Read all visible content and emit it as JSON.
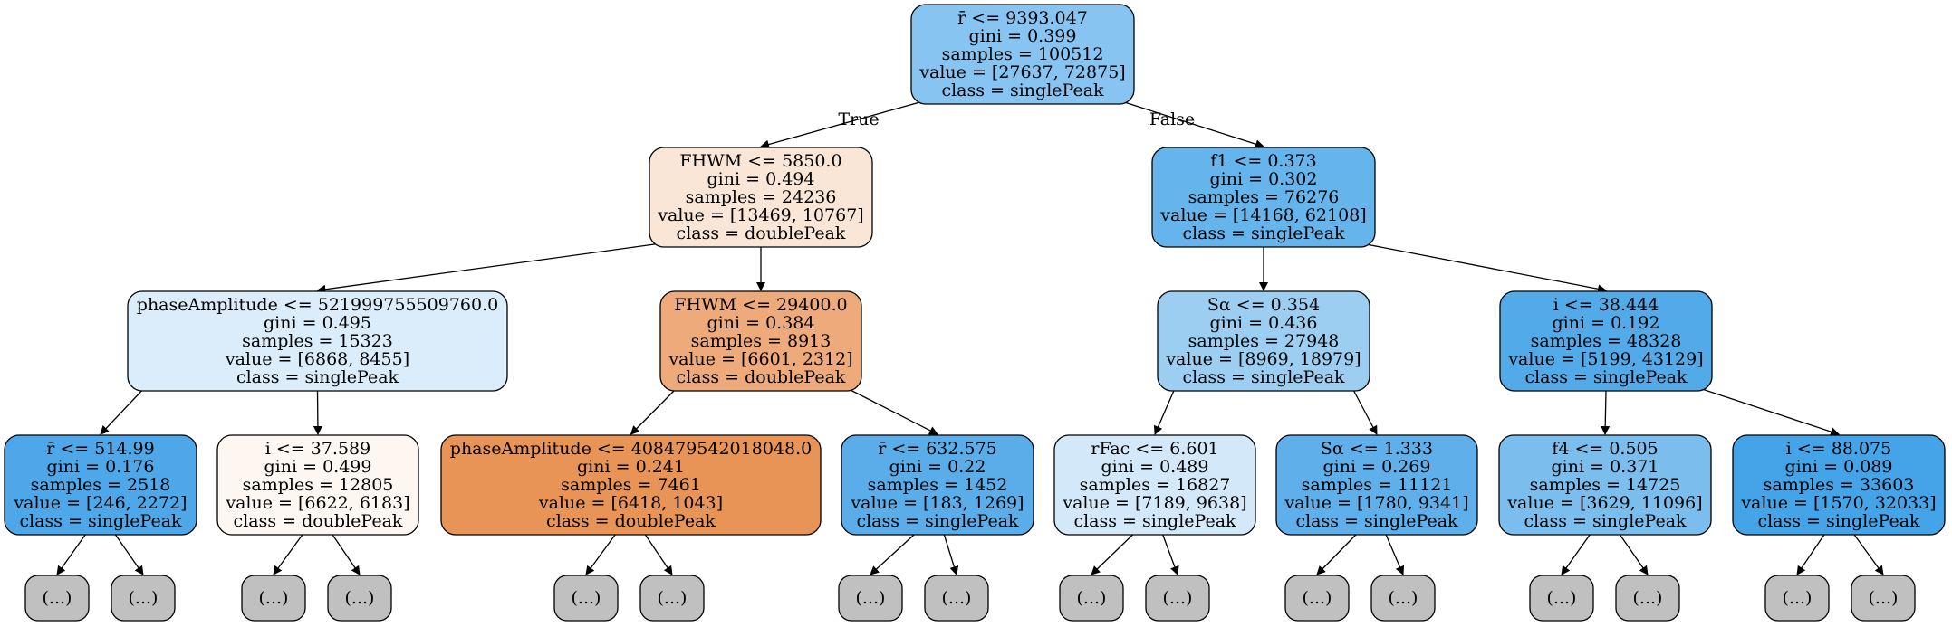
{
  "edge_labels": {
    "true_label": "True",
    "false_label": "False"
  },
  "colors": {
    "singlePeak_strong": "#42a2e5",
    "doublePeak_strong": "#e58139",
    "truncated": "#c0c0c0",
    "stroke": "#000000"
  },
  "nodes": [
    {
      "id": "n0",
      "kind": "split",
      "fill": "#88c4f1",
      "lines": [
        "r̄ <= 9393.047",
        "gini = 0.399",
        "samples = 100512",
        "value = [27637, 72875]",
        "class = singlePeak"
      ]
    },
    {
      "id": "n1",
      "kind": "split",
      "fill": "#fae6d7",
      "lines": [
        "FHWM <= 5850.0",
        "gini = 0.494",
        "samples = 24236",
        "value = [13469, 10767]",
        "class = doublePeak"
      ]
    },
    {
      "id": "n2",
      "kind": "split",
      "fill": "#66b4ec",
      "lines": [
        "f1 <= 0.373",
        "gini = 0.302",
        "samples = 76276",
        "value = [14168, 62108]",
        "class = singlePeak"
      ]
    },
    {
      "id": "n3",
      "kind": "split",
      "fill": "#dbedfa",
      "lines": [
        "phaseAmplitude <= 521999755509760.0",
        "gini = 0.495",
        "samples = 15323",
        "value = [6868, 8455]",
        "class = singlePeak"
      ]
    },
    {
      "id": "n4",
      "kind": "split",
      "fill": "#eeaa7a",
      "lines": [
        "FHWM <= 29400.0",
        "gini = 0.384",
        "samples = 8913",
        "value = [6601, 2312]",
        "class = doublePeak"
      ]
    },
    {
      "id": "n5",
      "kind": "split",
      "fill": "#9ccef2",
      "lines": [
        "Sα <= 0.354",
        "gini = 0.436",
        "samples = 27948",
        "value = [8969, 18979]",
        "class = singlePeak"
      ]
    },
    {
      "id": "n6",
      "kind": "split",
      "fill": "#53aae8",
      "lines": [
        "i <= 38.444",
        "gini = 0.192",
        "samples = 48328",
        "value = [5199, 43129]",
        "class = singlePeak"
      ]
    },
    {
      "id": "n7",
      "kind": "split",
      "fill": "#4ea7e8",
      "lines": [
        "r̄ <= 514.99",
        "gini = 0.176",
        "samples = 2518",
        "value = [246, 2272]",
        "class = singlePeak"
      ]
    },
    {
      "id": "n8",
      "kind": "split",
      "fill": "#fdf6f1",
      "lines": [
        "i <= 37.589",
        "gini = 0.499",
        "samples = 12805",
        "value = [6622, 6183]",
        "class = doublePeak"
      ]
    },
    {
      "id": "n9",
      "kind": "split",
      "fill": "#e99457",
      "lines": [
        "phaseAmplitude <= 408479542018048.0",
        "gini = 0.241",
        "samples = 7461",
        "value = [6418, 1043]",
        "class = doublePeak"
      ]
    },
    {
      "id": "n10",
      "kind": "split",
      "fill": "#5aade9",
      "lines": [
        "r̄ <= 632.575",
        "gini = 0.22",
        "samples = 1452",
        "value = [183, 1269]",
        "class = singlePeak"
      ]
    },
    {
      "id": "n11",
      "kind": "split",
      "fill": "#d3e9f9",
      "lines": [
        "rFac <= 6.601",
        "gini = 0.489",
        "samples = 16827",
        "value = [7189, 9638]",
        "class = singlePeak"
      ]
    },
    {
      "id": "n12",
      "kind": "split",
      "fill": "#5fafea",
      "lines": [
        "Sα <= 1.333",
        "gini = 0.269",
        "samples = 11121",
        "value = [1780, 9341]",
        "class = singlePeak"
      ]
    },
    {
      "id": "n13",
      "kind": "split",
      "fill": "#7bbeee",
      "lines": [
        "f4 <= 0.505",
        "gini = 0.371",
        "samples = 14725",
        "value = [3629, 11096]",
        "class = singlePeak"
      ]
    },
    {
      "id": "n14",
      "kind": "split",
      "fill": "#45a3e7",
      "lines": [
        "i <= 88.075",
        "gini = 0.089",
        "samples = 33603",
        "value = [1570, 32033]",
        "class = singlePeak"
      ]
    },
    {
      "id": "l0",
      "kind": "leaf",
      "fill": "#c0c0c0",
      "lines": [
        "(...)"
      ]
    },
    {
      "id": "l1",
      "kind": "leaf",
      "fill": "#c0c0c0",
      "lines": [
        "(...)"
      ]
    },
    {
      "id": "l2",
      "kind": "leaf",
      "fill": "#c0c0c0",
      "lines": [
        "(...)"
      ]
    },
    {
      "id": "l3",
      "kind": "leaf",
      "fill": "#c0c0c0",
      "lines": [
        "(...)"
      ]
    },
    {
      "id": "l4",
      "kind": "leaf",
      "fill": "#c0c0c0",
      "lines": [
        "(...)"
      ]
    },
    {
      "id": "l5",
      "kind": "leaf",
      "fill": "#c0c0c0",
      "lines": [
        "(...)"
      ]
    },
    {
      "id": "l6",
      "kind": "leaf",
      "fill": "#c0c0c0",
      "lines": [
        "(...)"
      ]
    },
    {
      "id": "l7",
      "kind": "leaf",
      "fill": "#c0c0c0",
      "lines": [
        "(...)"
      ]
    },
    {
      "id": "l8",
      "kind": "leaf",
      "fill": "#c0c0c0",
      "lines": [
        "(...)"
      ]
    },
    {
      "id": "l9",
      "kind": "leaf",
      "fill": "#c0c0c0",
      "lines": [
        "(...)"
      ]
    },
    {
      "id": "l10",
      "kind": "leaf",
      "fill": "#c0c0c0",
      "lines": [
        "(...)"
      ]
    },
    {
      "id": "l11",
      "kind": "leaf",
      "fill": "#c0c0c0",
      "lines": [
        "(...)"
      ]
    },
    {
      "id": "l12",
      "kind": "leaf",
      "fill": "#c0c0c0",
      "lines": [
        "(...)"
      ]
    },
    {
      "id": "l13",
      "kind": "leaf",
      "fill": "#c0c0c0",
      "lines": [
        "(...)"
      ]
    },
    {
      "id": "l14",
      "kind": "leaf",
      "fill": "#c0c0c0",
      "lines": [
        "(...)"
      ]
    },
    {
      "id": "l15",
      "kind": "leaf",
      "fill": "#c0c0c0",
      "lines": [
        "(...)"
      ]
    }
  ],
  "edges": [
    [
      "n0",
      "n1"
    ],
    [
      "n0",
      "n2"
    ],
    [
      "n1",
      "n3"
    ],
    [
      "n1",
      "n4"
    ],
    [
      "n2",
      "n5"
    ],
    [
      "n2",
      "n6"
    ],
    [
      "n3",
      "n7"
    ],
    [
      "n3",
      "n8"
    ],
    [
      "n4",
      "n9"
    ],
    [
      "n4",
      "n10"
    ],
    [
      "n5",
      "n11"
    ],
    [
      "n5",
      "n12"
    ],
    [
      "n6",
      "n13"
    ],
    [
      "n6",
      "n14"
    ],
    [
      "n7",
      "l0"
    ],
    [
      "n7",
      "l1"
    ],
    [
      "n8",
      "l2"
    ],
    [
      "n8",
      "l3"
    ],
    [
      "n9",
      "l4"
    ],
    [
      "n9",
      "l5"
    ],
    [
      "n10",
      "l6"
    ],
    [
      "n10",
      "l7"
    ],
    [
      "n11",
      "l8"
    ],
    [
      "n11",
      "l9"
    ],
    [
      "n12",
      "l10"
    ],
    [
      "n12",
      "l11"
    ],
    [
      "n13",
      "l12"
    ],
    [
      "n13",
      "l13"
    ],
    [
      "n14",
      "l14"
    ],
    [
      "n14",
      "l15"
    ]
  ]
}
